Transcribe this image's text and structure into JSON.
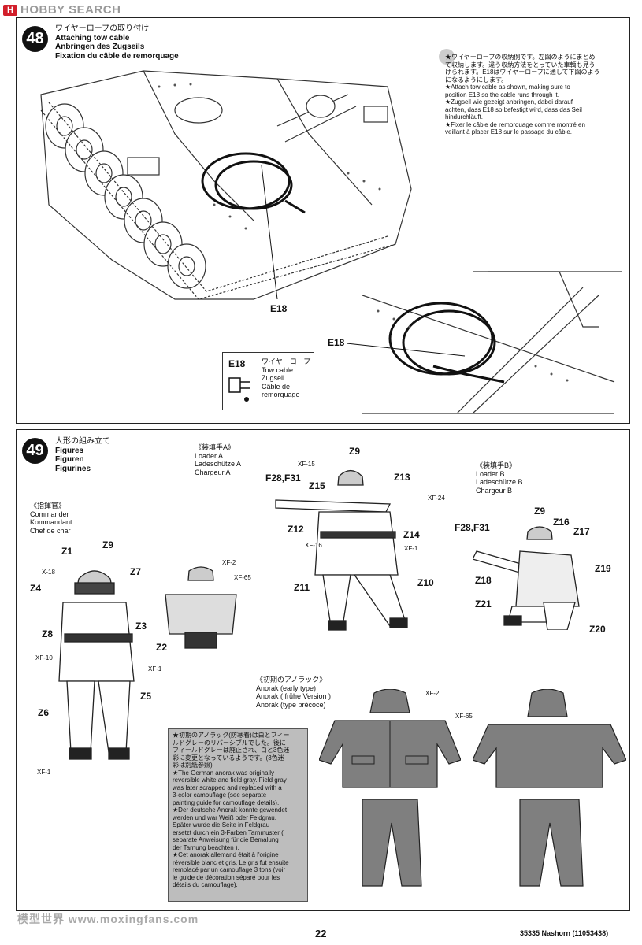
{
  "site_logo": {
    "mark": "H",
    "text": "HOBBY SEARCH"
  },
  "step48": {
    "number": "48",
    "title_jp": "ワイヤーロープの取り付け",
    "title_en": "Attaching tow cable",
    "title_de": "Anbringen des Zugseils",
    "title_fr": "Fixation du câble de remorquage",
    "note": [
      "★ワイヤーロープの収納例です。左図のようにまとめ",
      "て収納します。違う収納方法をとっていた車輌も見う",
      "けられます。E18はワイヤーロープに通して下図のよう",
      "になるようにします。",
      "★Attach tow cable as shown, making sure to",
      "position E18 so the cable runs through it.",
      "★Zugseil wie gezeigt anbringen, dabei darauf",
      "achten, dass E18 so befestigt wird, dass das Seil",
      "hindurchläuft.",
      "★Fixer le câble de remorquage comme montré en",
      "veillant à placer E18 sur le passage du câble."
    ],
    "part_e18_a": "E18",
    "part_e18_b": "E18",
    "part_e18_c": "E18",
    "cable_jp": "ワイヤーロープ",
    "cable_en": "Tow cable",
    "cable_de": "Zugseil",
    "cable_fr1": "Câble de",
    "cable_fr2": "remorquage"
  },
  "step49": {
    "number": "49",
    "title_jp": "人形の組み立て",
    "title_en": "Figures",
    "title_de": "Figuren",
    "title_fr": "Figurines",
    "commander": {
      "jp": "《指揮官》",
      "en": "Commander",
      "de": "Kommandant",
      "fr": "Chef de char"
    },
    "loader_a": {
      "jp": "《装填手A》",
      "en": "Loader A",
      "de": "Ladeschütze A",
      "fr": "Chargeur A"
    },
    "loader_b": {
      "jp": "《装填手B》",
      "en": "Loader B",
      "de": "Ladeschütze B",
      "fr": "Chargeur B"
    },
    "anorak": {
      "jp": "《初期のアノラック》",
      "en": "Anorak (early type)",
      "de": "Anorak ( frühe Version )",
      "fr": "Anorak (type précoce)"
    },
    "commander_parts": {
      "z1": "Z1",
      "z9": "Z9",
      "x18": "X-18",
      "z7": "Z7",
      "z4": "Z4",
      "z3": "Z3",
      "z8": "Z8",
      "xf10": "XF-10",
      "z5": "Z5",
      "z6": "Z6",
      "xf1": "XF-1"
    },
    "back_parts": {
      "xf2": "XF-2",
      "xf65": "XF-65",
      "z2": "Z2",
      "xf1": "XF-1"
    },
    "loader_a_parts": {
      "xf15": "XF-15",
      "z9": "Z9",
      "f28": "F28,F31",
      "z15": "Z15",
      "z13": "Z13",
      "xf24": "XF-24",
      "z12": "Z12",
      "z14": "Z14",
      "xf16": "XF-16",
      "xf1": "XF-1",
      "z11": "Z11",
      "z10": "Z10"
    },
    "loader_b_parts": {
      "z9": "Z9",
      "f28": "F28,F31",
      "z16": "Z16",
      "z17": "Z17",
      "z19": "Z19",
      "z18": "Z18",
      "z21": "Z21",
      "z20": "Z20"
    },
    "anorak_parts": {
      "xf2": "XF-2",
      "xf65": "XF-65"
    },
    "anorak_note": [
      "★初期のアノラック(防寒着)は白とフィー",
      "ルドグレーのリバーシブルでした。後に",
      "フィールドグレーは廃止され、白と3色迷",
      "彩に変更となっているようです。(3色迷",
      "彩は別紙参照)",
      "★The German anorak was originally",
      "reversible white and field gray. Field gray",
      "was later scrapped and replaced with a",
      "3-color camouflage (see separate",
      "painting guide for camouflage details).",
      "★Der deutsche Anorak konnte gewendet",
      "werden und war Weiß oder Feldgrau.",
      "Später wurde die Seite in Feldgrau",
      "ersetzt durch ein 3-Farben Tarnmuster (",
      "separate Anweisung für die Bemalung",
      "der Tarnung beachten ).",
      "★Cet anorak allemand était à l'origine",
      "réversible blanc et gris. Le gris fut ensuite",
      "remplacé par un camouflage 3 tons (voir",
      "le guide de décoration séparé pour les",
      "détails du camouflage)."
    ]
  },
  "footer": {
    "page": "22",
    "code": "35335 Nashorn (11053438)",
    "watermark": "模型世界 www.moxingfans.com"
  }
}
